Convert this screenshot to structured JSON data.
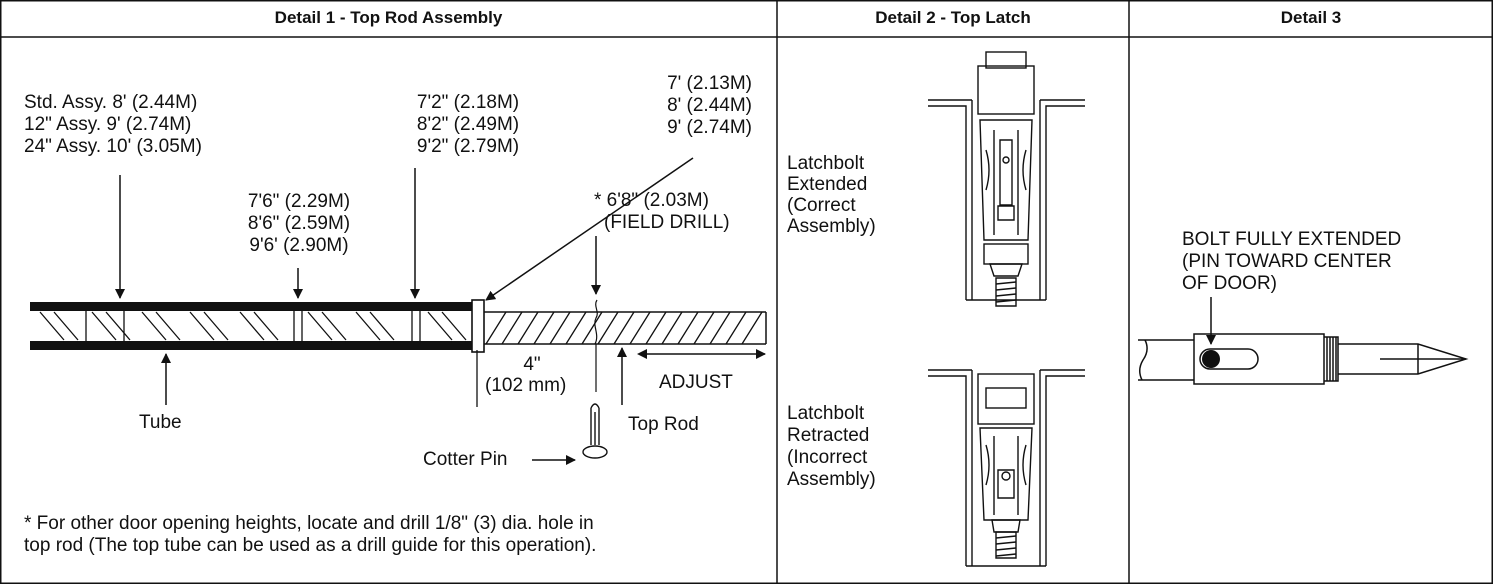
{
  "headers": {
    "detail1": "Detail 1 - Top Rod Assembly",
    "detail2": "Detail 2 - Top Latch",
    "detail3": "Detail 3"
  },
  "detail1": {
    "std_assembly": [
      "Std. Assy. 8' (2.44M)",
      "12\" Assy. 9' (2.74M)",
      "24\" Assy. 10' (3.05M)"
    ],
    "mid_heights": [
      "7'6\" (2.29M)",
      "8'6\" (2.59M)",
      "9'6' (2.90M)"
    ],
    "upper_heights": [
      "7'2\" (2.18M)",
      "8'2\" (2.49M)",
      "9'2\" (2.79M)"
    ],
    "top_heights": [
      "7' (2.13M)",
      "8' (2.44M)",
      "9' (2.74M)"
    ],
    "field_drill": [
      "* 6'8\" (2.03M)",
      "(FIELD DRILL)"
    ],
    "dimension_inch": "4\"",
    "dimension_mm": "(102 mm)",
    "adjust": "ADJUST",
    "tube": "Tube",
    "top_rod": "Top Rod",
    "cotter_pin": "Cotter Pin",
    "note": [
      "* For other door opening heights, locate and drill 1/8\" (3) dia. hole in",
      "top rod (The top tube can be used as a drill guide for this operation)."
    ]
  },
  "detail2": {
    "extended": [
      "Latchbolt",
      "Extended",
      "(Correct",
      "Assembly)"
    ],
    "retracted": [
      "Latchbolt",
      "Retracted",
      "(Incorrect",
      "Assembly)"
    ]
  },
  "detail3": {
    "bolt_note": [
      "BOLT FULLY EXTENDED",
      "(PIN TOWARD CENTER",
      "OF DOOR)"
    ]
  }
}
